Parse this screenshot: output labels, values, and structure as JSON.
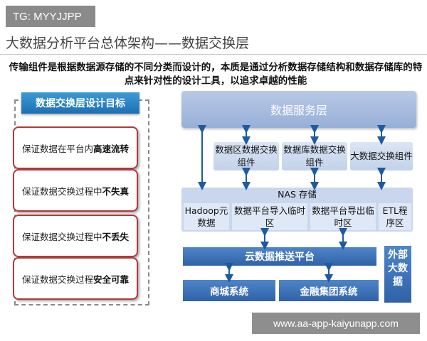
{
  "tag": "TG: MYYJJPP",
  "title": "大数据分析平台总体架构——数据交换层",
  "intro": "传输组件是根据数据源存储的不同分类而设计的，本质是通过分析数据存储结构和数据存储库的特点来针对性的设计工具，以追求卓越的性能",
  "goals": {
    "header": "数据交换层设计目标",
    "items": [
      {
        "prefix": "保证数据在平台内",
        "emph": "高速流转"
      },
      {
        "prefix": "保证数据交换过程中",
        "emph": "不失真"
      },
      {
        "prefix": "保证数据交换过程中",
        "emph": "不丢失"
      },
      {
        "prefix": "保证数据交换过程",
        "emph": "安全可靠"
      }
    ]
  },
  "arch": {
    "service_layer": "数据服务层",
    "components": [
      "数据区数据交换组件",
      "数据库数据交换组件",
      "大数据交换组件"
    ],
    "nas": "NAS 存储",
    "storage_cells": [
      "Hadoop元数据",
      "数据平台导入临时区",
      "数据平台导出临时区",
      "ETL程序区"
    ],
    "push_platform": "云数据推送平台",
    "apps": [
      "商城系统",
      "金融集团系统"
    ],
    "external": "外部大数据"
  },
  "watermark": "www.aa-app-kaiyunapp.com",
  "colors": {
    "goal_header": "#2d86c7",
    "goal_border": "#b23a3a",
    "service_layer": "#a9bde0",
    "component": "#cfdcef",
    "push_bar": "#3c72b8"
  }
}
